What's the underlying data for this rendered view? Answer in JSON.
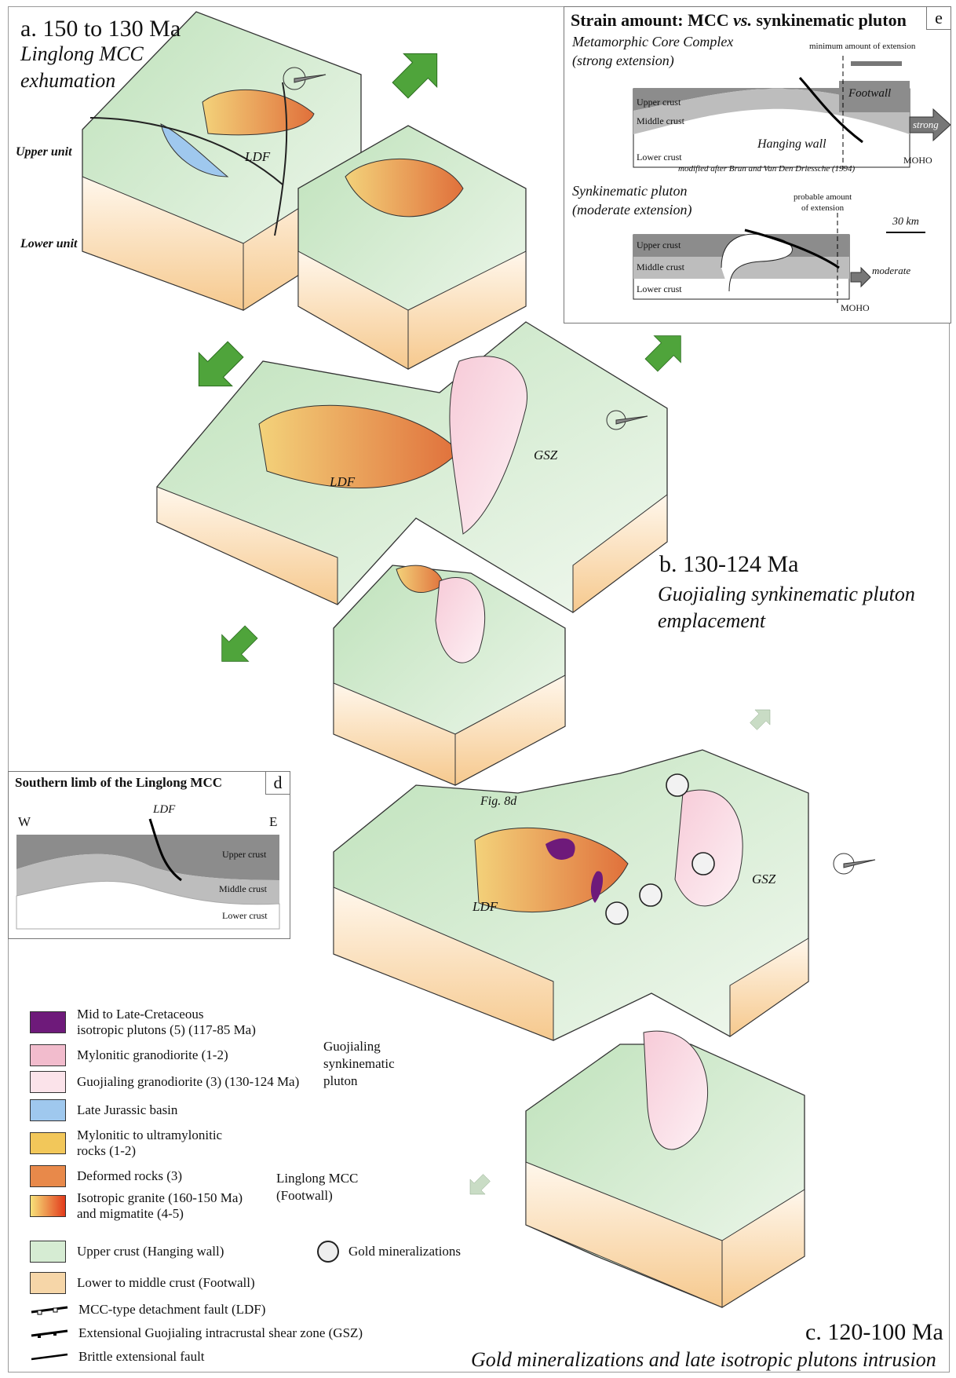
{
  "panel_a": {
    "title": "a. 150 to 130 Ma",
    "subtitle_1": "Linglong MCC",
    "subtitle_2": "exhumation",
    "label_upper": "Upper unit",
    "label_lower": "Lower unit",
    "fault": "LDF"
  },
  "panel_b": {
    "title": "b. 130-124 Ma",
    "subtitle_1": "Guojialing synkinematic pluton",
    "subtitle_2": "emplacement",
    "fault_ldf": "LDF",
    "fault_gsz": "GSZ"
  },
  "panel_c": {
    "title": "c. 120-100 Ma",
    "subtitle": "Gold mineralizations and late isotropic plutons intrusion",
    "fig_ref": "Fig. 8d",
    "fault_ldf": "LDF",
    "fault_gsz": "GSZ"
  },
  "inset_e": {
    "heading_pre": "Strain amount: MCC ",
    "heading_vs": "vs.",
    "heading_post": " synkinematic pluton",
    "tag": "e",
    "mcc_title_1": "Metamorphic Core Complex",
    "mcc_title_2": "(strong extension)",
    "min_ext": "minimum amount of extension",
    "footwall": "Footwall",
    "hanging": "Hanging wall",
    "upper": "Upper crust",
    "middle": "Middle crust",
    "lower": "Lower crust",
    "moho": "MOHO",
    "strong": "strong",
    "credit": "modified after Brun and Van Den Driessche (1994)",
    "pluton_title_1": "Synkinematic pluton",
    "pluton_title_2": "(moderate extension)",
    "prob_ext_1": "probable amount",
    "prob_ext_2": "of extension",
    "scale": "30 km",
    "moderate": "moderate"
  },
  "inset_d": {
    "heading": "Southern limb of the Linglong MCC",
    "tag": "d",
    "west": "W",
    "east": "E",
    "fault": "LDF",
    "upper": "Upper crust",
    "middle": "Middle crust",
    "lower": "Lower crust"
  },
  "legend": {
    "isotropic_1": "Mid to Late-Cretaceous",
    "isotropic_2": "isotropic plutons (5) (117-85 Ma)",
    "mylonitic_grano": "Mylonitic granodiorite (1-2)",
    "guojialing_grano": "Guojialing granodiorite (3) (130-124 Ma)",
    "guojialing_group_1": "Guojialing",
    "guojialing_group_2": "synkinematic",
    "guojialing_group_3": "pluton",
    "jurassic": "Late Jurassic basin",
    "mylonitic_rocks_1": "Mylonitic to ultramylonitic",
    "mylonitic_rocks_2": "rocks (1-2)",
    "deformed": "Deformed rocks (3)",
    "granite_1": "Isotropic granite (160-150 Ma)",
    "granite_2": "and migmatite (4-5)",
    "linglong_group_1": "Linglong MCC",
    "linglong_group_2": "(Footwall)",
    "upper_crust": "Upper crust (Hanging wall)",
    "gold": "Gold mineralizations",
    "lower_crust": "Lower to middle crust (Footwall)",
    "ldf_line": "MCC-type detachment fault (LDF)",
    "gsz_line": "Extensional Guojialing intracrustal shear zone (GSZ)",
    "brittle_line": "Brittle extensional fault"
  },
  "colors": {
    "green": "#d6ecd3",
    "green_dark": "#9fcf9c",
    "orange": "#e8894a",
    "tan": "#f6d6a8",
    "pink": "#f2bccd",
    "purple": "#6e1a7a",
    "blue": "#9fc8ee",
    "yellow": "#f2c75a",
    "arrow": "#4fa43b"
  }
}
